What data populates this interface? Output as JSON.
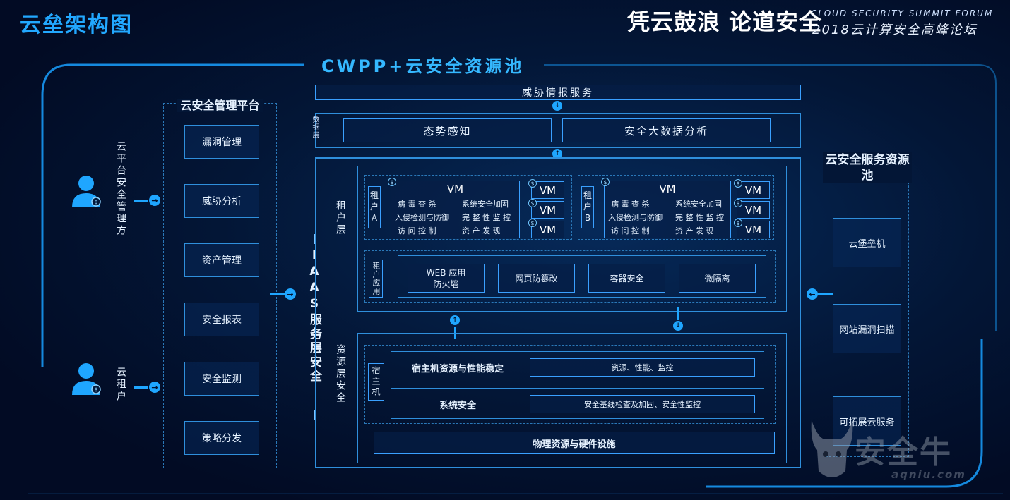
{
  "header": {
    "page_title": "云垒架构图",
    "brand_slogan": "凭云鼓浪 论道安全",
    "brand_en": "CLOUD SECURITY SUMMIT FORUM",
    "brand_event": "2018云计算安全高峰论坛"
  },
  "main_title": "CWPP+云安全资源池",
  "left_actors": [
    {
      "label": "云平台安全管理方"
    },
    {
      "label": "云租户"
    }
  ],
  "mgmt_platform": {
    "title": "云安全管理平台",
    "items": [
      "漏洞管理",
      "威胁分析",
      "资产管理",
      "安全报表",
      "安全监测",
      "策略分发"
    ]
  },
  "iaas_label": "IAAS服务层安全",
  "threat_intel": "威胁情报服务",
  "data_layer": {
    "label": "数据层",
    "items": [
      "态势感知",
      "安全大数据分析"
    ]
  },
  "tenant_layer": {
    "label": "租户层",
    "tenants": [
      {
        "label": "租户A",
        "vm_title": "VM",
        "functions": [
          "病 毒 查 杀",
          "系统安全加固",
          "入侵检测与防御",
          "完 整 性 监 控",
          "访 问 控 制",
          "资 产 发 现"
        ],
        "vms": [
          "VM",
          "VM",
          "VM"
        ]
      },
      {
        "label": "租户B",
        "vm_title": "VM",
        "functions": [
          "病 毒 查 杀",
          "系统安全加固",
          "入侵检测与防御",
          "完 整 性 监 控",
          "访 问 控 制",
          "资 产 发 现"
        ],
        "vms": [
          "VM",
          "VM",
          "VM"
        ]
      }
    ],
    "apps_label": "租户应用",
    "apps": [
      "WEB 应用\n防火墙",
      "网页防篡改",
      "容器安全",
      "微隔离"
    ]
  },
  "resource_layer": {
    "label": "资源层安全",
    "host_label": "宿主机",
    "rows": [
      {
        "name": "宿主机资源与性能稳定",
        "detail": "资源、性能、监控"
      },
      {
        "name": "系统安全",
        "detail": "安全基线检查及加固、安全性监控"
      }
    ],
    "physical": "物理资源与硬件设施"
  },
  "service_pool": {
    "title": "云安全服务资源池",
    "items": [
      "云堡垒机",
      "网站漏洞扫描",
      "可拓展云服务"
    ]
  },
  "watermark": {
    "text": "安全牛",
    "sub": "aqniu.com"
  },
  "colors": {
    "accent": "#1fa6ff",
    "background": "#020b24",
    "title": "#35b8ff"
  }
}
